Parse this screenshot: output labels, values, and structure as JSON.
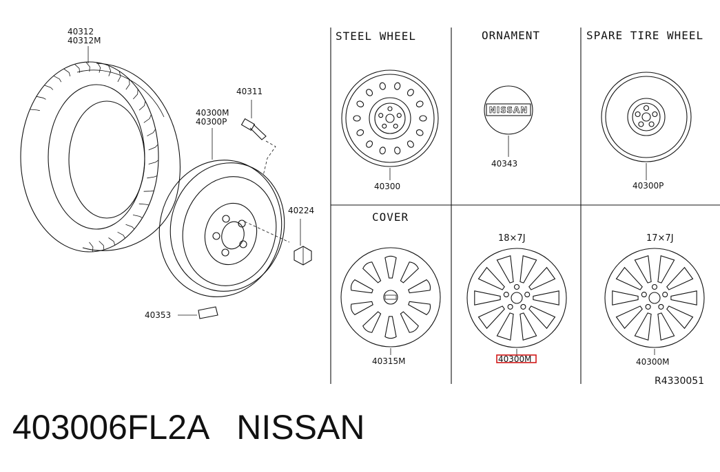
{
  "diagram": {
    "labels": {
      "tire_part_1": "40312",
      "tire_part_2": "40312M",
      "valve": "40311",
      "wheel_part_1": "40300M",
      "wheel_part_2": "40300P",
      "nut": "40224",
      "weight": "40353"
    },
    "panels": {
      "steel_wheel": {
        "title": "STEEL WHEEL",
        "part": "40300"
      },
      "ornament": {
        "title": "ORNAMENT",
        "part": "40343",
        "badge": "NISSAN"
      },
      "spare_tire_wheel": {
        "title": "SPARE TIRE WHEEL",
        "part": "40300P"
      },
      "cover": {
        "title": "COVER",
        "part": "40315M"
      },
      "alloy_18": {
        "size": "18×7J",
        "part": "40300M"
      },
      "alloy_17": {
        "size": "17×7J",
        "part": "40300M"
      }
    },
    "ref_code": "R4330051"
  },
  "caption": {
    "part_number": "403006FL2A",
    "brand": "NISSAN"
  },
  "highlight_color": "#d21818"
}
